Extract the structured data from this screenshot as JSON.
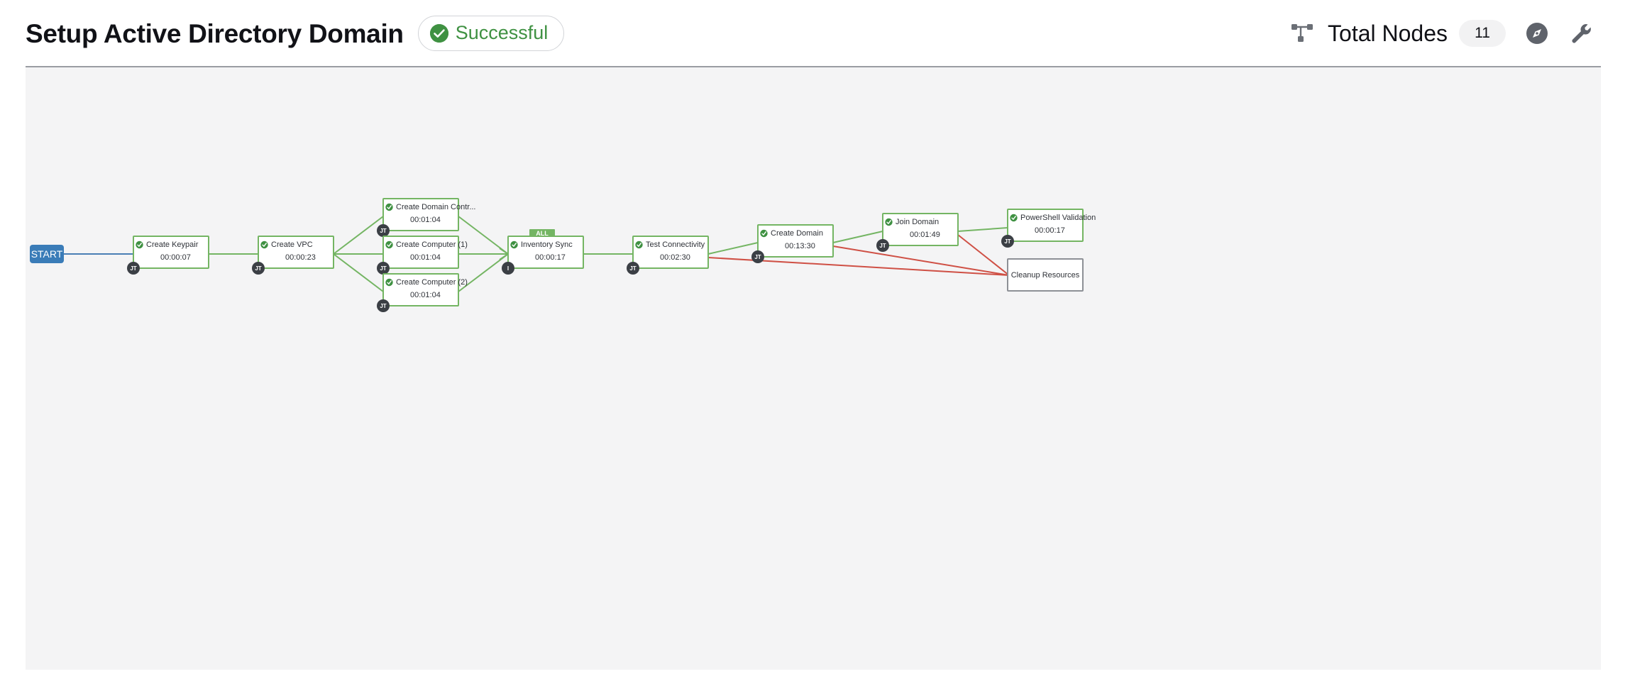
{
  "header": {
    "title": "Setup Active Directory Domain",
    "status": {
      "label": "Successful",
      "icon": "check-circle-icon",
      "color": "#3f9142"
    },
    "hierarchy_icon": "sitemap-icon",
    "total_nodes_label": "Total Nodes",
    "total_nodes_count": "11",
    "compass_icon": "compass-icon",
    "wrench_icon": "wrench-icon"
  },
  "graph": {
    "start_label": "START",
    "colors": {
      "success_edge": "#74b563",
      "failed_edge": "#cf5045",
      "start_edge": "#4a7fb5",
      "node_border_success": "#74b563",
      "node_border_pending": "#8d9096",
      "canvas_bg": "#f4f4f5",
      "badge_bg": "#3b3f45"
    },
    "nodes": [
      {
        "id": "create-keypair",
        "name": "Create Keypair",
        "time": "00:00:07",
        "state": "success",
        "badge": "JT",
        "all_badge": null
      },
      {
        "id": "create-vpc",
        "name": "Create VPC",
        "time": "00:00:23",
        "state": "success",
        "badge": "JT",
        "all_badge": null
      },
      {
        "id": "create-domain-controller",
        "name": "Create Domain Contr...",
        "time": "00:01:04",
        "state": "success",
        "badge": "JT",
        "all_badge": null
      },
      {
        "id": "create-computer-1",
        "name": "Create Computer (1)",
        "time": "00:01:04",
        "state": "success",
        "badge": "JT",
        "all_badge": null
      },
      {
        "id": "create-computer-2",
        "name": "Create Computer (2)",
        "time": "00:01:04",
        "state": "success",
        "badge": "JT",
        "all_badge": null
      },
      {
        "id": "inventory-sync",
        "name": "Inventory Sync",
        "time": "00:00:17",
        "state": "success",
        "badge": "I",
        "all_badge": "ALL"
      },
      {
        "id": "test-connectivity",
        "name": "Test Connectivity",
        "time": "00:02:30",
        "state": "success",
        "badge": "JT",
        "all_badge": null
      },
      {
        "id": "create-domain",
        "name": "Create Domain",
        "time": "00:13:30",
        "state": "success",
        "badge": "JT",
        "all_badge": null
      },
      {
        "id": "join-domain",
        "name": "Join Domain",
        "time": "00:01:49",
        "state": "success",
        "badge": "JT",
        "all_badge": null
      },
      {
        "id": "powershell-validation",
        "name": "PowerShell Validation",
        "time": "00:00:17",
        "state": "success",
        "badge": "JT",
        "all_badge": null
      },
      {
        "id": "cleanup-resources",
        "name": "Cleanup Resources",
        "time": "",
        "state": "pending",
        "badge": null,
        "all_badge": null
      }
    ]
  }
}
